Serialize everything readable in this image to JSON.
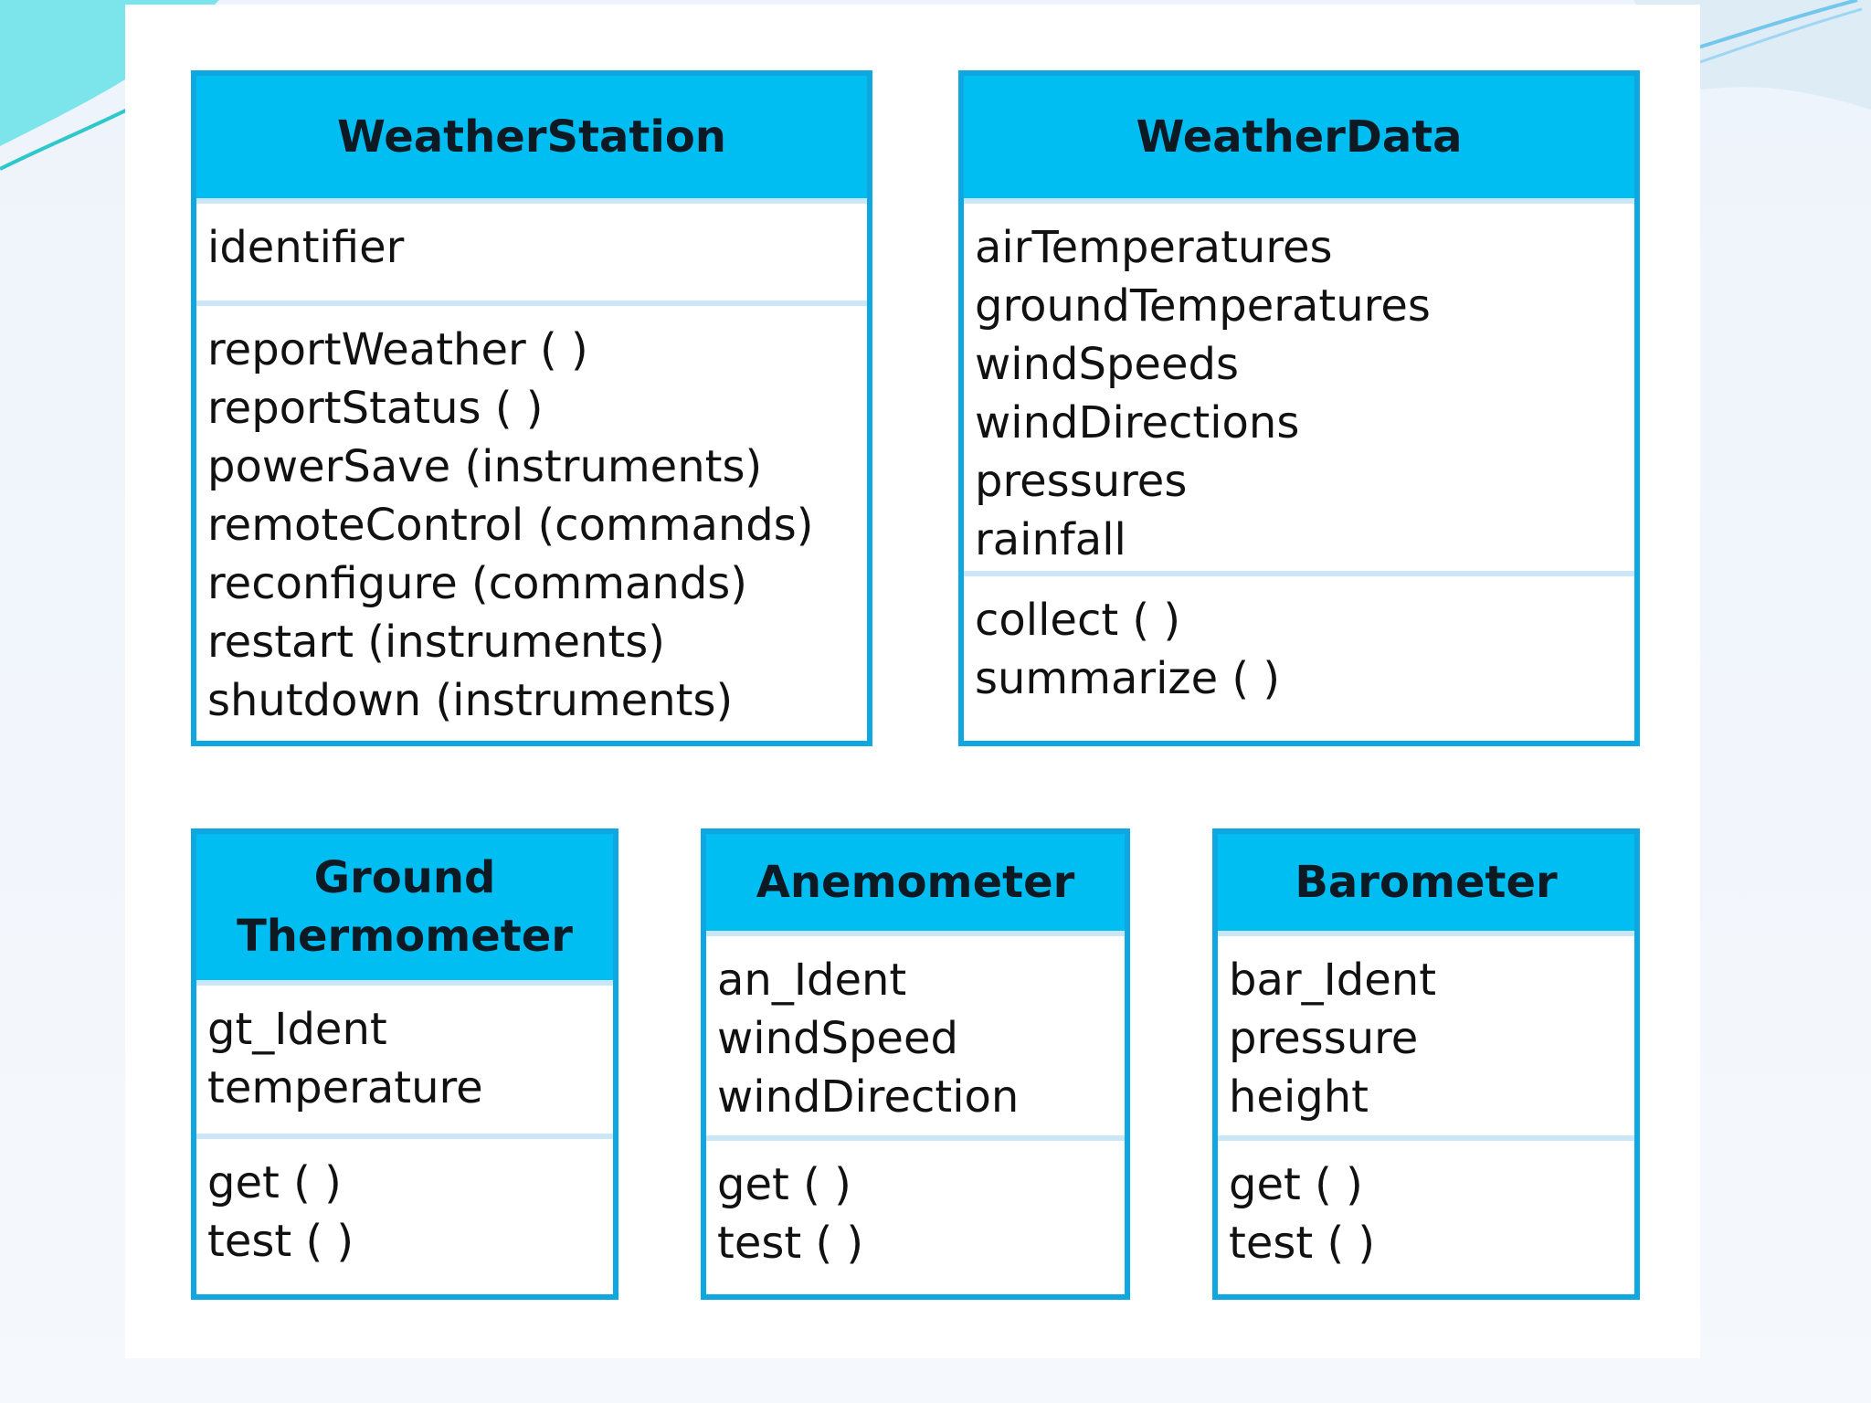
{
  "diagram": {
    "classes": [
      {
        "name": "WeatherStation",
        "attributes": [
          "identifier"
        ],
        "operations": [
          "reportWeather ( )",
          "reportStatus ( )",
          "powerSave (instruments)",
          "remoteControl (commands)",
          "reconfigure (commands)",
          "restart (instruments)",
          "shutdown (instruments)"
        ]
      },
      {
        "name": "WeatherData",
        "attributes": [
          "airTemperatures",
          "groundTemperatures",
          "windSpeeds",
          "windDirections",
          "pressures",
          "rainfall"
        ],
        "operations": [
          "collect ( )",
          "summarize ( )"
        ]
      },
      {
        "name_line1": "Ground",
        "name_line2": "Thermometer",
        "attributes": [
          "gt_Ident",
          "temperature"
        ],
        "operations": [
          "get ( )",
          "test ( )"
        ]
      },
      {
        "name": "Anemometer",
        "attributes": [
          "an_Ident",
          "windSpeed",
          "windDirection"
        ],
        "operations": [
          "get ( )",
          "test ( )"
        ]
      },
      {
        "name": "Barometer",
        "attributes": [
          "bar_Ident",
          "pressure",
          "height"
        ],
        "operations": [
          "get ( )",
          "test ( )"
        ]
      }
    ]
  },
  "colors": {
    "header_fill": "#00bdf2",
    "border": "#0fa7e0",
    "divider": "#cbe7f7",
    "text": "#111111"
  }
}
